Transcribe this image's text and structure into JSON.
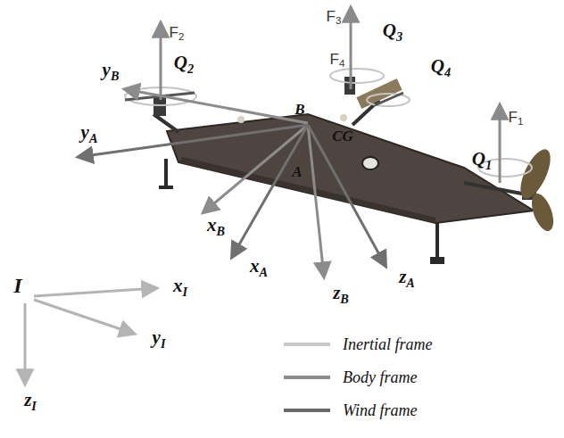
{
  "diagram": {
    "labels": [
      "F2",
      "Q2",
      "yB",
      "yA",
      "F3",
      "Q3",
      "F4",
      "Q4",
      "B",
      "CG",
      "A",
      "F1",
      "Q1",
      "xB",
      "xA",
      "zB",
      "zA",
      "I",
      "xI",
      "yI",
      "zI"
    ],
    "legend": [
      {
        "text": "Inertial frame"
      },
      {
        "text": "Body frame"
      },
      {
        "text": "Wind frame"
      }
    ]
  }
}
